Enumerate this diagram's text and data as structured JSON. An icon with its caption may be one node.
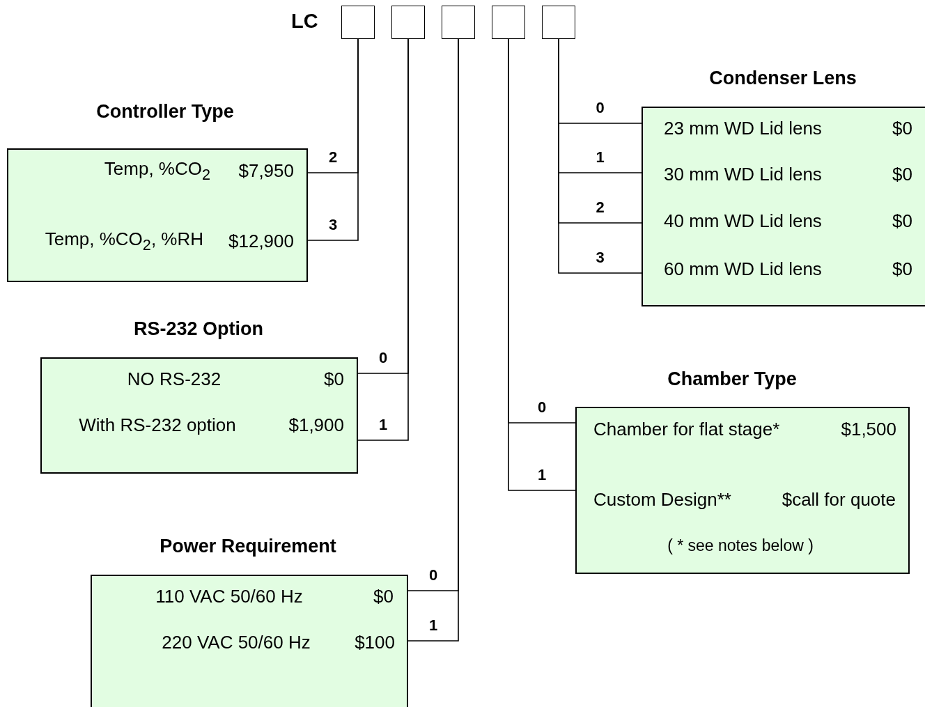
{
  "diagram": {
    "nodes": [
      {
        "text": [],
        "shape": "box"
      },
      {
        "text": [],
        "shape": "box"
      },
      {
        "text": [],
        "shape": "box"
      },
      {
        "text": [],
        "shape": "box"
      },
      {
        "text": [],
        "shape": "box"
      },
      {
        "text": [
          "Controller Type",
          "Temp, %CO$_{2}$",
          "$7,950",
          "Temp, %CO$_{2}$, %RH",
          "$12,900"
        ]
      },
      {
        "text": [
          "RS-232 Option",
          "NO RS-232",
          "$0",
          "With RS-232 option",
          "$1,900"
        ]
      },
      {
        "text": [
          "Power Requirement",
          "110 VAC 50/60 Hz",
          "$0",
          "220 VAC 50/60 Hz",
          "$100"
        ]
      },
      {
        "text": [
          "Condenser Lens",
          "23 mm WD Lid lens",
          "$0",
          "30 mm WD Lid lens",
          "$0",
          "40 mm WD Lid lens",
          "$0",
          "60 mm WD Lid lens",
          "$0"
        ]
      },
      {
        "text": [
          "Chamber Type",
          "Chamber for flat stage*",
          "$1,500",
          "Custom Design**",
          "$call for quote",
          "( * see notes below )"
        ]
      }
    ],
    "edges": [
      {
        "from": 0,
        "to": 5,
        "arrow": "none",
        "label": "2"
      },
      {
        "from": 0,
        "to": 5,
        "arrow": "none",
        "label": "3"
      },
      {
        "from": 1,
        "to": 6,
        "arrow": "none",
        "label": "0"
      },
      {
        "from": 1,
        "to": 6,
        "arrow": "none",
        "label": "1"
      },
      {
        "from": 2,
        "to": 7,
        "arrow": "none",
        "label": "0"
      },
      {
        "from": 2,
        "to": 7,
        "arrow": "none",
        "label": "1"
      },
      {
        "from": 3,
        "to": 9,
        "arrow": "none",
        "label": "0"
      },
      {
        "from": 3,
        "to": 9,
        "arrow": "none",
        "label": "1"
      },
      {
        "from": 4,
        "to": 8,
        "arrow": "none",
        "label": "0"
      },
      {
        "from": 4,
        "to": 8,
        "arrow": "none",
        "label": "1"
      },
      {
        "from": 4,
        "to": 8,
        "arrow": "none",
        "label": "2"
      },
      {
        "from": 4,
        "to": 8,
        "arrow": "none",
        "label": "3"
      }
    ],
    "labels": [
      "LC"
    ]
  }
}
